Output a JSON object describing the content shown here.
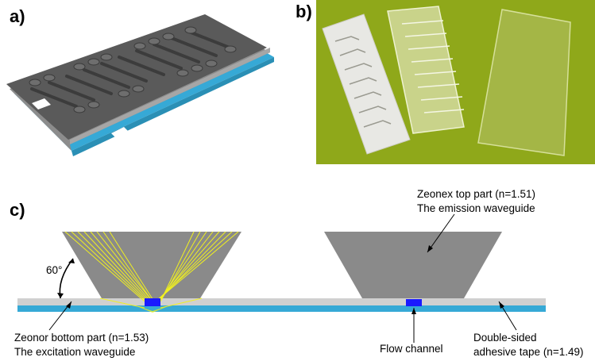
{
  "panels": {
    "a": "a)",
    "b": "b)",
    "c": "c)"
  },
  "colors": {
    "chip_top": "#5a5a5a",
    "chip_side": "#8c8c8c",
    "tape_blue": "#36a9d6",
    "waveguide_gray": "#8a8a8a",
    "substrate_light": "#d0d0d0",
    "flow_channel": "#1a1aff",
    "rays": "#f0f020",
    "photo_bg": "#8fa81a"
  },
  "icons": [
    "chip-3d-render",
    "photo-chip-parts",
    "curved-arrow-icon"
  ],
  "labels": {
    "angle": "60°",
    "zeonex_line1": "Zeonex top part (n=1.51)",
    "zeonex_line2": "The emission waveguide",
    "zeonor_line1": "Zeonor bottom part (n=1.53)",
    "zeonor_line2": "The excitation waveguide",
    "flow_channel": "Flow channel",
    "tape_line1": "Double-sided",
    "tape_line2": "adhesive tape (n=1.49)"
  }
}
